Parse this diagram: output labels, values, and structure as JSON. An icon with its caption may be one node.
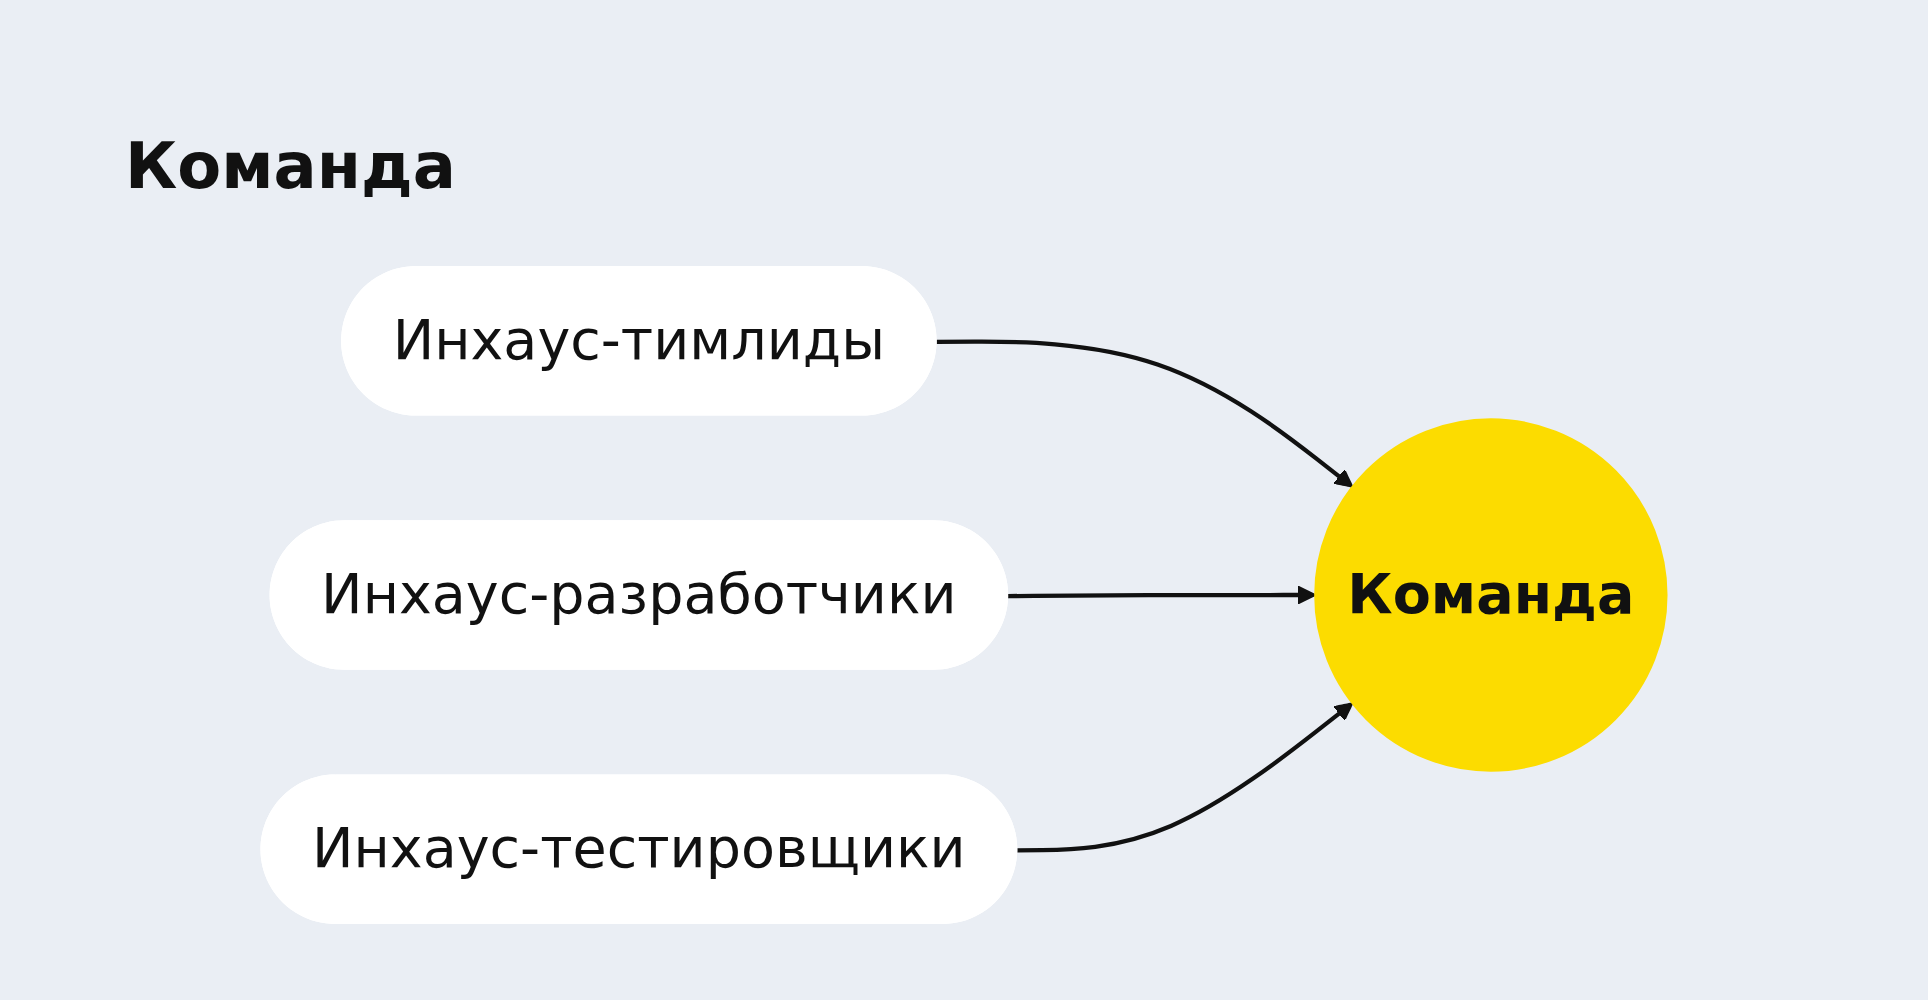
{
  "diagram": {
    "title": "Команда",
    "nodes": [
      {
        "text": [
          "Инхаус-тимлиды"
        ]
      },
      {
        "text": [
          "Команда"
        ]
      },
      {
        "text": [
          "Инхаус-разработчики"
        ]
      },
      {
        "text": [
          "Инхаус-тестировщики"
        ]
      }
    ],
    "edges": [
      {
        "from": 0,
        "to": 1,
        "arrow": "to"
      },
      {
        "from": 2,
        "to": 1,
        "arrow": "to"
      },
      {
        "from": 3,
        "to": 1,
        "arrow": "to"
      }
    ]
  }
}
